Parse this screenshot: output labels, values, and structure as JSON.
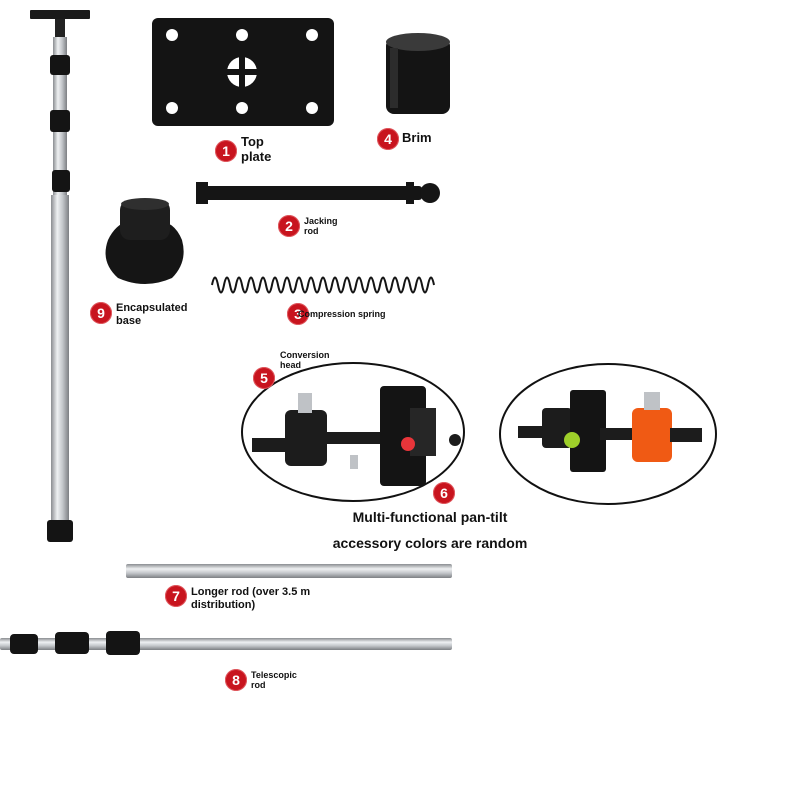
{
  "parts": [
    {
      "num": "1",
      "label_line1": "Top",
      "label_line2": "plate"
    },
    {
      "num": "4",
      "label_line1": "Brim",
      "label_line2": ""
    },
    {
      "num": "2",
      "label_line1": "Jacking",
      "label_line2": "rod"
    },
    {
      "num": "9",
      "label_line1": "Encapsulated",
      "label_line2": "base"
    },
    {
      "num": "3",
      "label_line1": "Compression spring",
      "label_line2": ""
    },
    {
      "num": "5",
      "label_line1": "Conversion",
      "label_line2": "head"
    },
    {
      "num": "6",
      "label_line1": "",
      "label_line2": ""
    },
    {
      "num": "7",
      "label_line1": "Longer rod (over 3.5 m",
      "label_line2": "distribution)"
    },
    {
      "num": "8",
      "label_line1": "Telescopic",
      "label_line2": "rod"
    }
  ],
  "caption_line1": "Multi-functional pan-tilt",
  "caption_line2": "accessory colors are random",
  "colors": {
    "badge": "#c8141e",
    "part_black": "#151515",
    "rod_silver": "#c9ccd0",
    "accent_orange": "#f05a14",
    "accent_red": "#e8353a",
    "accent_green": "#9ecf2a"
  }
}
